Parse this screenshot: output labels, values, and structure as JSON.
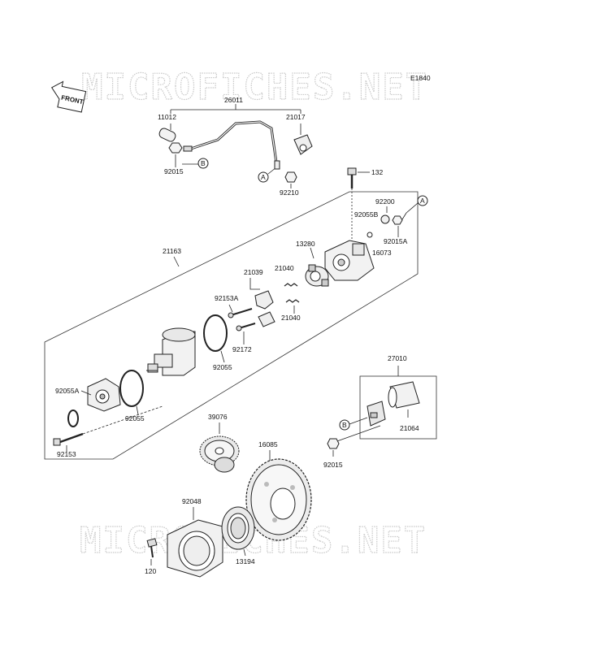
{
  "watermark": "MICROFICHES.NET",
  "diagram_code": "E1840",
  "front_label": "FRONT",
  "callouts": {
    "a": "A",
    "b": "B"
  },
  "parts": {
    "p26011": "26011",
    "p11012": "11012",
    "p21017": "21017",
    "p92015_top": "92015",
    "p92210": "92210",
    "p132": "132",
    "p92200": "92200",
    "p92055B": "92055B",
    "p92015A": "92015A",
    "p16073": "16073",
    "p13280": "13280",
    "p21163": "21163",
    "p21039": "21039",
    "p21040_a": "21040",
    "p21040_b": "21040",
    "p92153A": "92153A",
    "p92172": "92172",
    "p92055_mid": "92055",
    "p92055A": "92055A",
    "p92055_low": "92055",
    "p92153": "92153",
    "p27010": "27010",
    "p21064": "21064",
    "p92015_bot": "92015",
    "p39076": "39076",
    "p16085": "16085",
    "p92048": "92048",
    "p120": "120",
    "p13194": "13194"
  }
}
